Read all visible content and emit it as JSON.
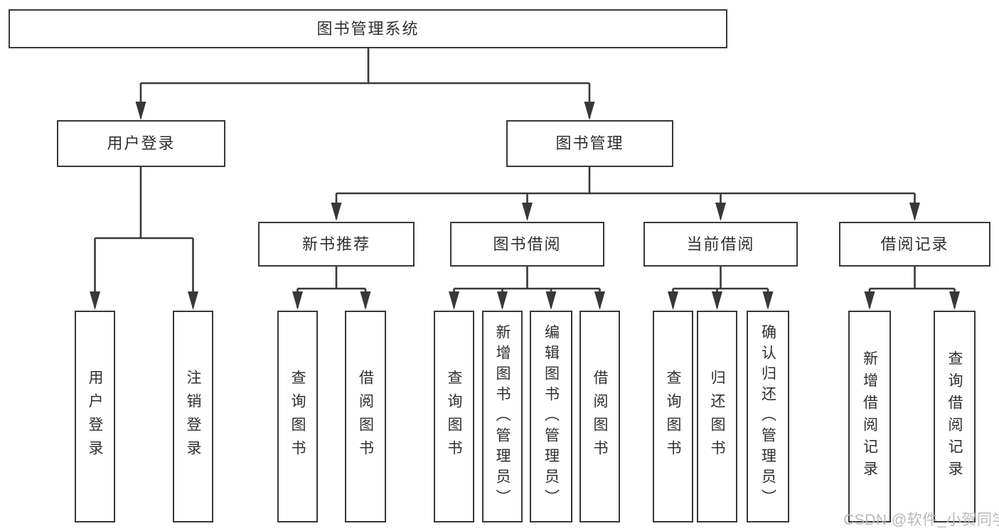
{
  "colors": {
    "line": "#383838",
    "border": "#383838",
    "text": "#2f2f2f",
    "background": "#ffffff",
    "watermark": "#b9b9b9"
  },
  "diagram": {
    "title": "图书管理系统",
    "level2": {
      "user_login": "用户登录",
      "book_mgmt": "图书管理"
    },
    "level3": {
      "new_books": "新书推荐",
      "book_borrow": "图书借阅",
      "current_borrow": "当前借阅",
      "borrow_records": "借阅记录"
    },
    "leaves": {
      "user_login_leaf": "用户登录",
      "logout": "注销登录",
      "nb_query": "查询图书",
      "nb_borrow": "借阅图书",
      "bb_query": "查询图书",
      "bb_add": "新增图书（管理员）",
      "bb_edit": "编辑图书（管理员）",
      "bb_borrow": "借阅图书",
      "cb_query": "查询图书",
      "cb_return": "归还图书",
      "cb_confirm": "确认归还（管理员）",
      "br_add": "新增借阅记录",
      "br_query": "查询借阅记录"
    }
  },
  "watermark": {
    "text": "CSDN @软件_小贺同学"
  }
}
